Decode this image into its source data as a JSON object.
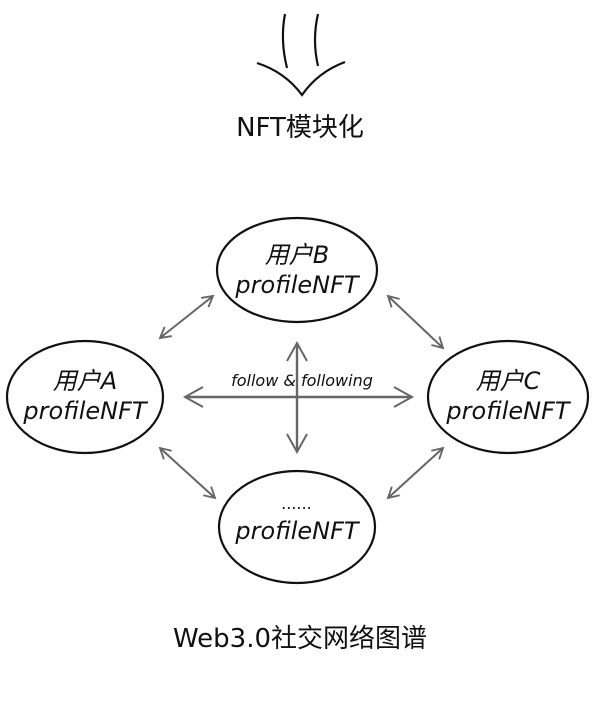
{
  "top_label": "NFT模块化",
  "nodes": [
    {
      "name": "用户B",
      "type": "profileNFT"
    },
    {
      "name": "用户A",
      "type": "profileNFT"
    },
    {
      "name": "用户C",
      "type": "profileNFT"
    },
    {
      "name": "......",
      "type": "profileNFT"
    }
  ],
  "relation_label": "follow & following",
  "caption": "Web3.0社交网络图谱",
  "colors": {
    "ink": "#111111",
    "arrow": "#666666"
  }
}
